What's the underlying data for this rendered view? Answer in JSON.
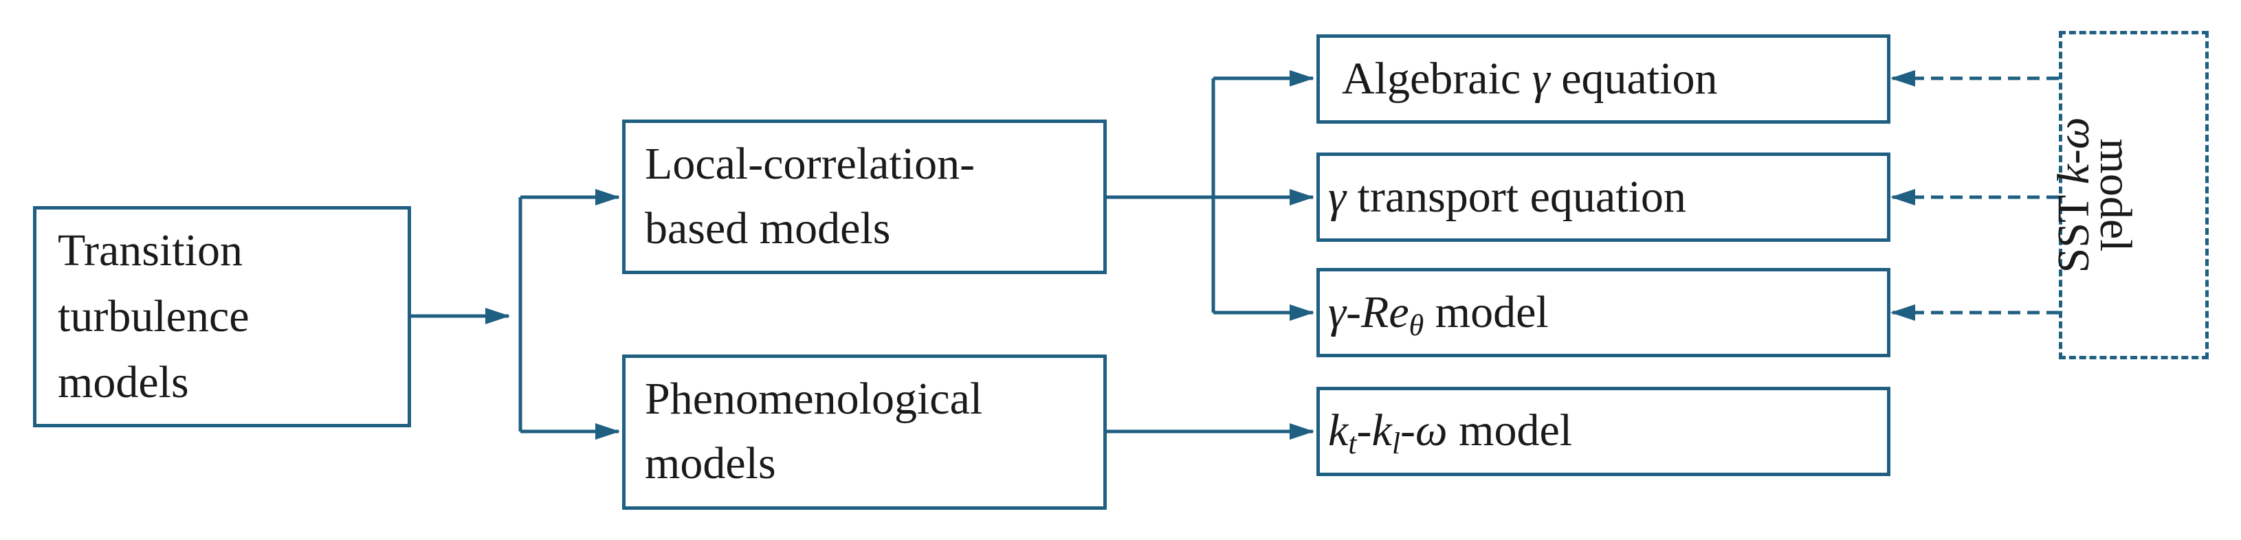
{
  "nodes": {
    "transition": {
      "line1": "Transition",
      "line2": "turbulence",
      "line3": "models"
    },
    "local": {
      "line1": "Local-correlation-",
      "line2": "based models"
    },
    "phenom": {
      "line1": "Phenomenological",
      "line2": "models"
    },
    "algebraic": {
      "pre": "Algebraic ",
      "sym": "γ",
      "post": " equation"
    },
    "transport": {
      "sym": "γ",
      "post": " transport equation"
    },
    "gamma_re": {
      "sym": "γ",
      "dash": "-",
      "re": "Re",
      "sub": "θ",
      "post": " model"
    },
    "kt_kl": {
      "k1": "k",
      "s1": "t",
      "d1": "-",
      "k2": "k",
      "s2": "l",
      "d2": "-",
      "w": "ω",
      "post": " model"
    },
    "sst": {
      "pre": "SST ",
      "sym": "k",
      "dash": "-",
      "w": "ω",
      "line2": "model"
    }
  },
  "colors": {
    "line": "#1f5f82",
    "text": "#1a1a1a"
  }
}
